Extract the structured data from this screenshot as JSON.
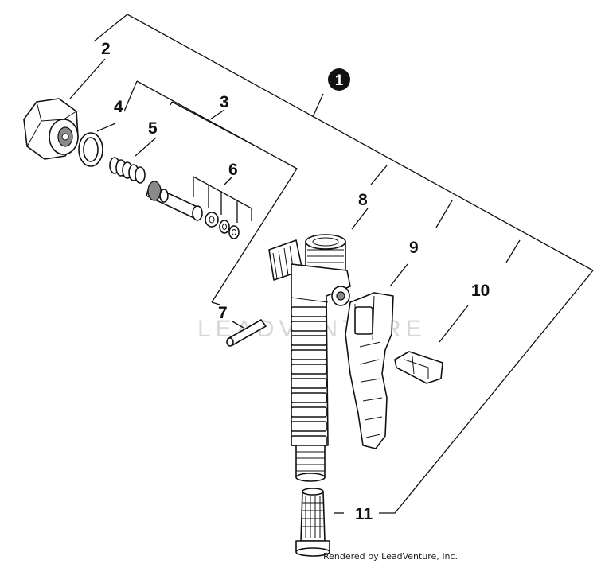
{
  "diagram": {
    "callout_main": "1",
    "labels": {
      "p2": "2",
      "p3": "3",
      "p4": "4",
      "p5": "5",
      "p6": "6",
      "p7": "7",
      "p8": "8",
      "p9": "9",
      "p10": "10",
      "p11": "11"
    },
    "watermark": "LEADVENTURE",
    "credit": "Rendered by LeadVenture, Inc."
  }
}
